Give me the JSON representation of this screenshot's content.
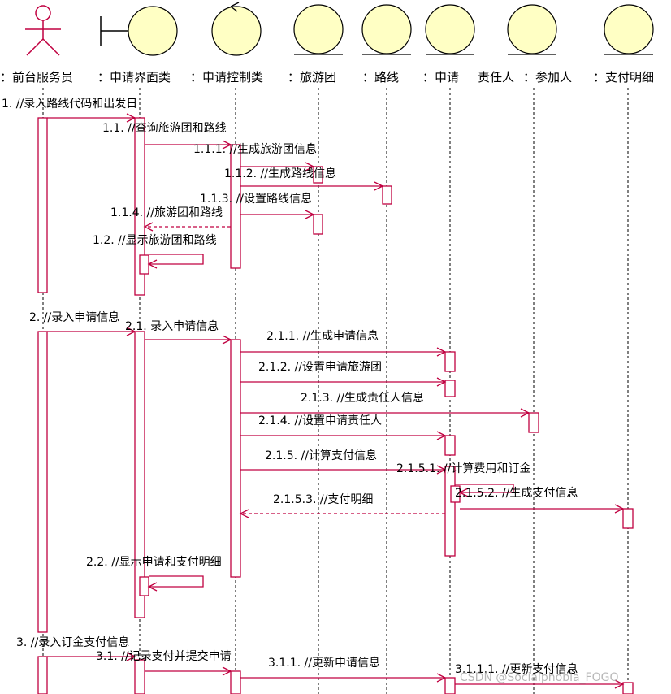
{
  "objects": [
    {
      "label": "：前台服务员",
      "icon": "actor-icon"
    },
    {
      "label": "：申请界面类",
      "icon": "boundary-icon"
    },
    {
      "label": "：申请控制类",
      "icon": "control-icon"
    },
    {
      "label": "：旅游团",
      "icon": "entity-icon"
    },
    {
      "label": "：路线",
      "icon": "entity-icon"
    },
    {
      "label": "：申请",
      "icon": "entity-icon"
    },
    {
      "label": "责任人",
      "icon": "entity-icon"
    },
    {
      "label": "：参加人",
      "icon": "entity-icon"
    },
    {
      "label": "：支付明细",
      "icon": "entity-icon"
    }
  ],
  "messages": [
    {
      "text": "1. //录入路线代码和出发日"
    },
    {
      "text": "1.1. //查询旅游团和路线"
    },
    {
      "text": "1.1.1. //生成旅游团信息"
    },
    {
      "text": "1.1.2. //生成路线信息"
    },
    {
      "text": "1.1.3. //设置路线信息"
    },
    {
      "text": "1.1.4. //旅游团和路线"
    },
    {
      "text": "1.2. //显示旅游团和路线"
    },
    {
      "text": "2. //录入申请信息"
    },
    {
      "text": "2.1. 录入申请信息"
    },
    {
      "text": "2.1.1. //生成申请信息"
    },
    {
      "text": "2.1.2. //设置申请旅游团"
    },
    {
      "text": "2.1.3. //生成责任人信息"
    },
    {
      "text": "2.1.4. //设置申请责任人"
    },
    {
      "text": "2.1.5. //计算支付信息"
    },
    {
      "text": "2.1.5.1. //计算费用和订金"
    },
    {
      "text": "2.1.5.2. //生成支付信息"
    },
    {
      "text": "2.1.5.3. //支付明细"
    },
    {
      "text": "2.2. //显示申请和支付明细"
    },
    {
      "text": "3. //录入订金支付信息"
    },
    {
      "text": "3.1. //记录支付并提交申请"
    },
    {
      "text": "3.1.1. //更新申请信息"
    },
    {
      "text": "3.1.1.1. //更新支付信息"
    }
  ],
  "watermark": "CSDN @Socialphobia_FOGO",
  "colors": {
    "entity_fill": "#ffffc4",
    "message_line": "#c00040",
    "lifeline": "#000000"
  }
}
